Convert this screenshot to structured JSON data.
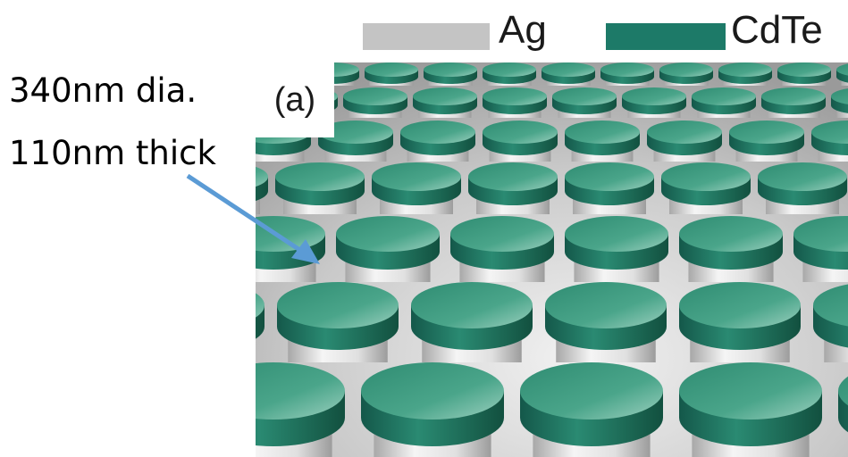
{
  "legend": {
    "items": [
      {
        "label": "Ag",
        "color": "#c4c4c4"
      },
      {
        "label": "CdTe",
        "color": "#1d7a68"
      }
    ]
  },
  "panel_label": "(a)",
  "annotation": {
    "line1": "340nm dia.",
    "line2": "110nm thick"
  },
  "colors": {
    "arrow": "#5b9bd5",
    "disk_top": "#3a9a7e",
    "disk_side": "#1d6e5a",
    "pillar": "#d9d9d9",
    "ground": "#b8b8b8"
  }
}
